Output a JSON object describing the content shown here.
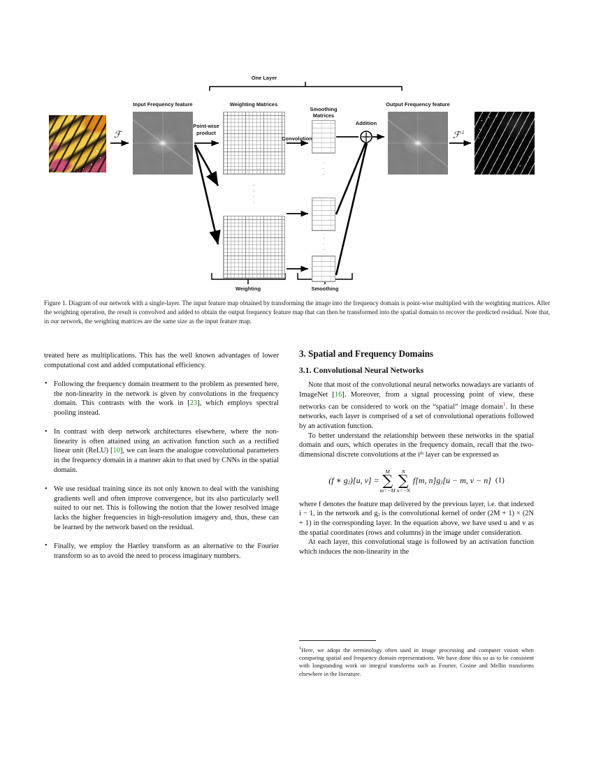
{
  "figure": {
    "labels": {
      "one_layer": "One Layer",
      "input_frequency_feature": "Input Frequency feature",
      "weighting_matrices": "Weighting Matrices",
      "smoothing_matrices_l1": "Smoothing",
      "smoothing_matrices_l2": "Matrices",
      "addition": "Addition",
      "output_frequency_feature": "Output Frequency feature",
      "point_wise_l1": "Point-wise",
      "point_wise_l2": "product",
      "convolution": "Convolution",
      "weighting_bracket": "Weighting",
      "smoothing_bracket": "Smoothing"
    },
    "transforms": {
      "forward": "ℱ",
      "inverse": "ℱ",
      "inverse_exponent": "-1"
    },
    "addition_symbol": "+",
    "images": {
      "source_photo": "butterfly-photo",
      "input_spectrum": "fft-magnitude-spectrum",
      "output_spectrum": "fft-magnitude-spectrum",
      "residual": "residual-edge-image"
    }
  },
  "caption": {
    "text": "Figure 1. Diagram of our network with a single-layer. The input feature map obtained by transforming the image into the frequency domain is point-wise multiplied with the weighting matrices. After the weighting operation, the result is convolved and added to obtain the output frequency feature map that can then be transformed into the spatial domain to recover the predicted residual. Note that, in our network, the weighting matrices are the same size as the input feature map."
  },
  "left_column": {
    "continued_paragraph": "treated here as multiplications. This has the well known advantages of lower computational cost and added computational efficiency.",
    "bullets": [
      {
        "pre": "Following the frequency domain treatment to the problem as presented here, the non-linearity in the network is given by convolutions in the frequency domain. This contrasts with the work in [",
        "cite": "23",
        "post": "], which employs spectral pooling instead."
      },
      {
        "pre": "In contrast with deep network architectures elsewhere, where the non-linearity is often attained using an activation function such as a rectified linear unit (ReLU) [",
        "cite": "10",
        "post": "], we can learn the analogue convolutional parameters in the frequency domain in a manner akin to that used by CNNs in the spatial domain."
      },
      {
        "pre": "We use residual training since its not only known to deal with the vanishing gradients well and often improve convergence, but its also particularly well suited to our net. This is following the notion that the lower resolved image lacks the higher frequencies in high-resolution imagery and, thus, these can be learned by the network based on the residual.",
        "cite": "",
        "post": ""
      },
      {
        "pre": "Finally, we employ the Hartley transform as an alternative to the Fourier transform so as to avoid the need to process imaginary numbers.",
        "cite": "",
        "post": ""
      }
    ]
  },
  "right_column": {
    "section_heading": "3. Spatial and Frequency Domains",
    "subsection_heading": "3.1. Convolutional Neural Networks",
    "para1_a": "Note that most of the convolutional neural networks nowadays are variants of ImageNet [",
    "para1_cite": "16",
    "para1_b": "]. Moreover, from a signal processing point of view, these networks can be considered to work on the “spatial” image domain",
    "para1_footnote_mark": "1",
    "para1_c": ". In these networks, each layer is comprised of a set of convolutional operations followed by an activation function.",
    "para2": "To better understand the relationship between these networks in the spatial domain and ours, which operates in the frequency domain, recall that the two-dimensional discrete convolutions at the iᵗʰ layer can be expressed as",
    "equation": {
      "lhs": "(f ∗ gⱼ)[u, v] =",
      "sum1_upper": "M",
      "sum1_lower": "m=−M",
      "sum2_upper": "N",
      "sum2_lower": "n=−N",
      "rhs": "f[m, n]gⱼ[u − m, v − n]",
      "number": "(1)"
    },
    "para3": "where f denotes the feature map delivered by the previous layer, i.e. that indexed i − 1, in the network and gⱼ is the convolutional kernel of order (2M + 1) × (2N + 1) in the corresponding layer. In the equation above, we have used u and v as the spatial coordinates (rows and columns) in the image under consideration.",
    "para4": "At each layer, this convolutional stage is followed by an activation function which induces the non-linearity in the"
  },
  "footnote": {
    "marker": "1",
    "text": "Here, we adopt the terminology often used in image processing and computer vision when comparing spatial and frequency domain representations. We have done this so as to be consistent with longstanding work on integral transforms such as Fourier, Cosine and Mellin transforms elsewhere in the literature."
  },
  "colors": {
    "citation_green": "#10a010",
    "footnote_red": "#c01818",
    "text": "#111111"
  }
}
